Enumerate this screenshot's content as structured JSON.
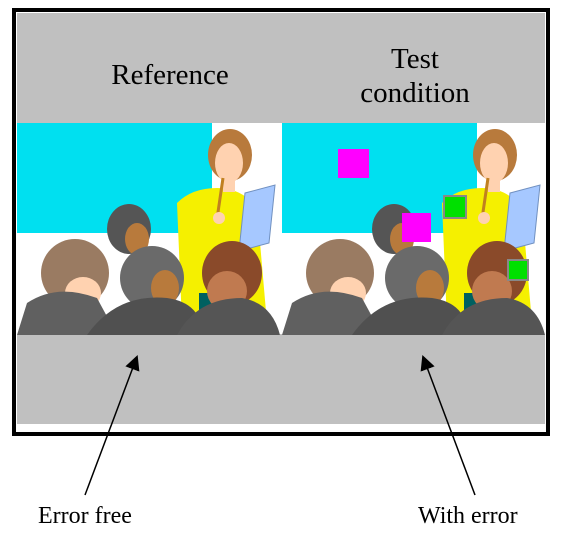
{
  "panels": {
    "left_title": "Reference",
    "right_title": "Test\ncondition"
  },
  "captions": {
    "left": "Error free",
    "right": "With error"
  },
  "colors": {
    "frame": "#000000",
    "band": "#c0c0c0",
    "wall": "#00e0f0",
    "error_magenta": "#ff00ff",
    "error_green": "#00e000"
  }
}
